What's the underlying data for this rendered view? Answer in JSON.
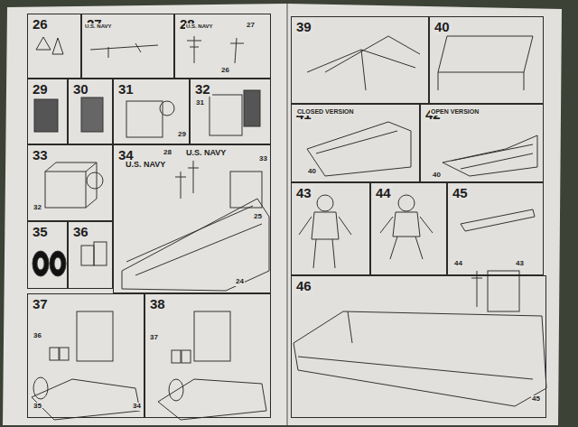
{
  "diagram": {
    "nodes": [
      {
        "text": [
          "26"
        ]
      },
      {
        "text": [
          "27"
        ]
      },
      {
        "text": [
          "28"
        ]
      },
      {
        "text": [
          "29"
        ]
      },
      {
        "text": [
          "30"
        ]
      },
      {
        "text": [
          "31"
        ]
      },
      {
        "text": [
          "32"
        ]
      },
      {
        "text": [
          "33"
        ]
      },
      {
        "text": [
          "34"
        ]
      },
      {
        "text": [
          "35"
        ]
      },
      {
        "text": [
          "36"
        ]
      },
      {
        "text": [
          "37"
        ]
      },
      {
        "text": [
          "38"
        ]
      },
      {
        "text": [
          "39"
        ]
      },
      {
        "text": [
          "40"
        ]
      },
      {
        "text": [
          "41"
        ]
      },
      {
        "text": [
          "42"
        ]
      },
      {
        "text": [
          "43"
        ]
      },
      {
        "text": [
          "44"
        ]
      },
      {
        "text": [
          "45"
        ]
      },
      {
        "text": [
          "46"
        ]
      }
    ],
    "labels": [
      "U.S. NAVY",
      "U.S. NAVY",
      "26",
      "27",
      "31",
      "29",
      "32",
      "U.S. NAVY",
      "28",
      "U.S. NAVY",
      "33",
      "25",
      "24",
      "36",
      "35",
      "34",
      "37",
      "CLOSED VERSION",
      "40",
      "OPEN VERSION",
      "40",
      "44",
      "43",
      "45"
    ]
  }
}
